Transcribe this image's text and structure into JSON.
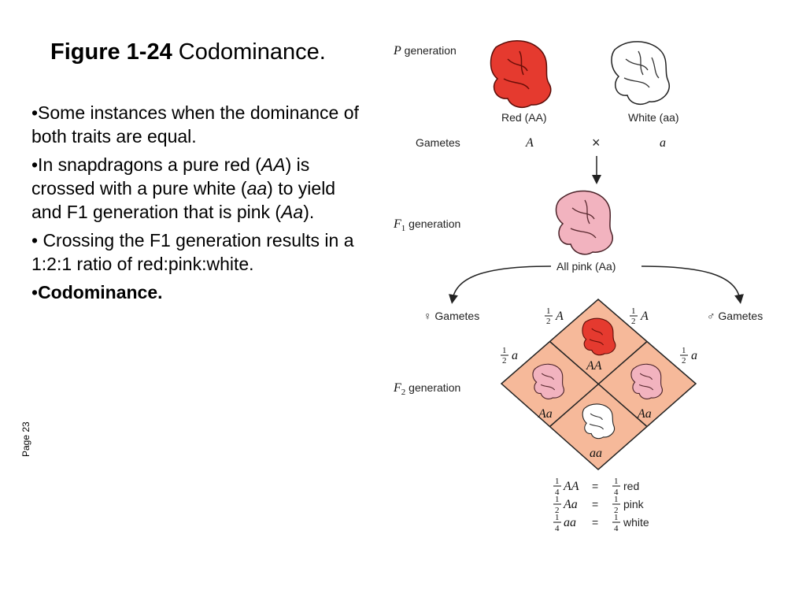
{
  "title": {
    "bold": "Figure 1-24",
    "rest": " Codominance."
  },
  "bullets": [
    {
      "parts": [
        {
          "t": "•Some instances when the dominance of both traits are equal."
        }
      ]
    },
    {
      "parts": [
        {
          "t": "•In snapdragons a pure red ("
        },
        {
          "t": "AA",
          "i": true
        },
        {
          "t": ") is crossed with a pure white ("
        },
        {
          "t": "aa",
          "i": true
        },
        {
          "t": ") to yield and F1 generation that is pink ("
        },
        {
          "t": "Aa",
          "i": true
        },
        {
          "t": ")."
        }
      ]
    },
    {
      "parts": [
        {
          "t": "• Crossing the F1 generation results in a 1:2:1 ratio of red:pink:white."
        }
      ]
    },
    {
      "parts": [
        {
          "t": "•"
        },
        {
          "t": "Codominance.",
          "b": true
        }
      ]
    }
  ],
  "page_label": "Page 23",
  "figure": {
    "p_gen_letter": "P",
    "p_gen_label": " generation",
    "red_parent": "Red (AA)",
    "white_parent": "White (aa)",
    "gametes_label": "Gametes",
    "gamete_A": "A",
    "cross_symbol": "×",
    "gamete_a": "a",
    "f1_label": "F",
    "f1_sub": "1",
    "f1_rest": " generation",
    "all_pink": "All pink (Aa)",
    "female_gametes": "♀ Gametes",
    "male_gametes": "♂ Gametes",
    "half_num": "1",
    "half_den": "2",
    "allele_A": "A",
    "allele_a": "a",
    "f2_label": "F",
    "f2_sub": "2",
    "f2_rest": " generation",
    "cell_top": "AA",
    "cell_left": "Aa",
    "cell_right": "Aa",
    "cell_bottom": "aa",
    "results": [
      {
        "num": "1",
        "den": "4",
        "geno": "AA",
        "eq": "=",
        "pnum": "1",
        "pden": "4",
        "pheno": "red"
      },
      {
        "num": "1",
        "den": "2",
        "geno": "Aa",
        "eq": "=",
        "pnum": "1",
        "pden": "2",
        "pheno": "pink"
      },
      {
        "num": "1",
        "den": "4",
        "geno": "aa",
        "eq": "=",
        "pnum": "1",
        "pden": "4",
        "pheno": "white"
      }
    ],
    "colors": {
      "red_flower": "#e53a2f",
      "pink_flower": "#f2b3bf",
      "white_flower": "#ffffff",
      "punnett_fill": "#f6b99a",
      "stroke": "#222222"
    }
  }
}
